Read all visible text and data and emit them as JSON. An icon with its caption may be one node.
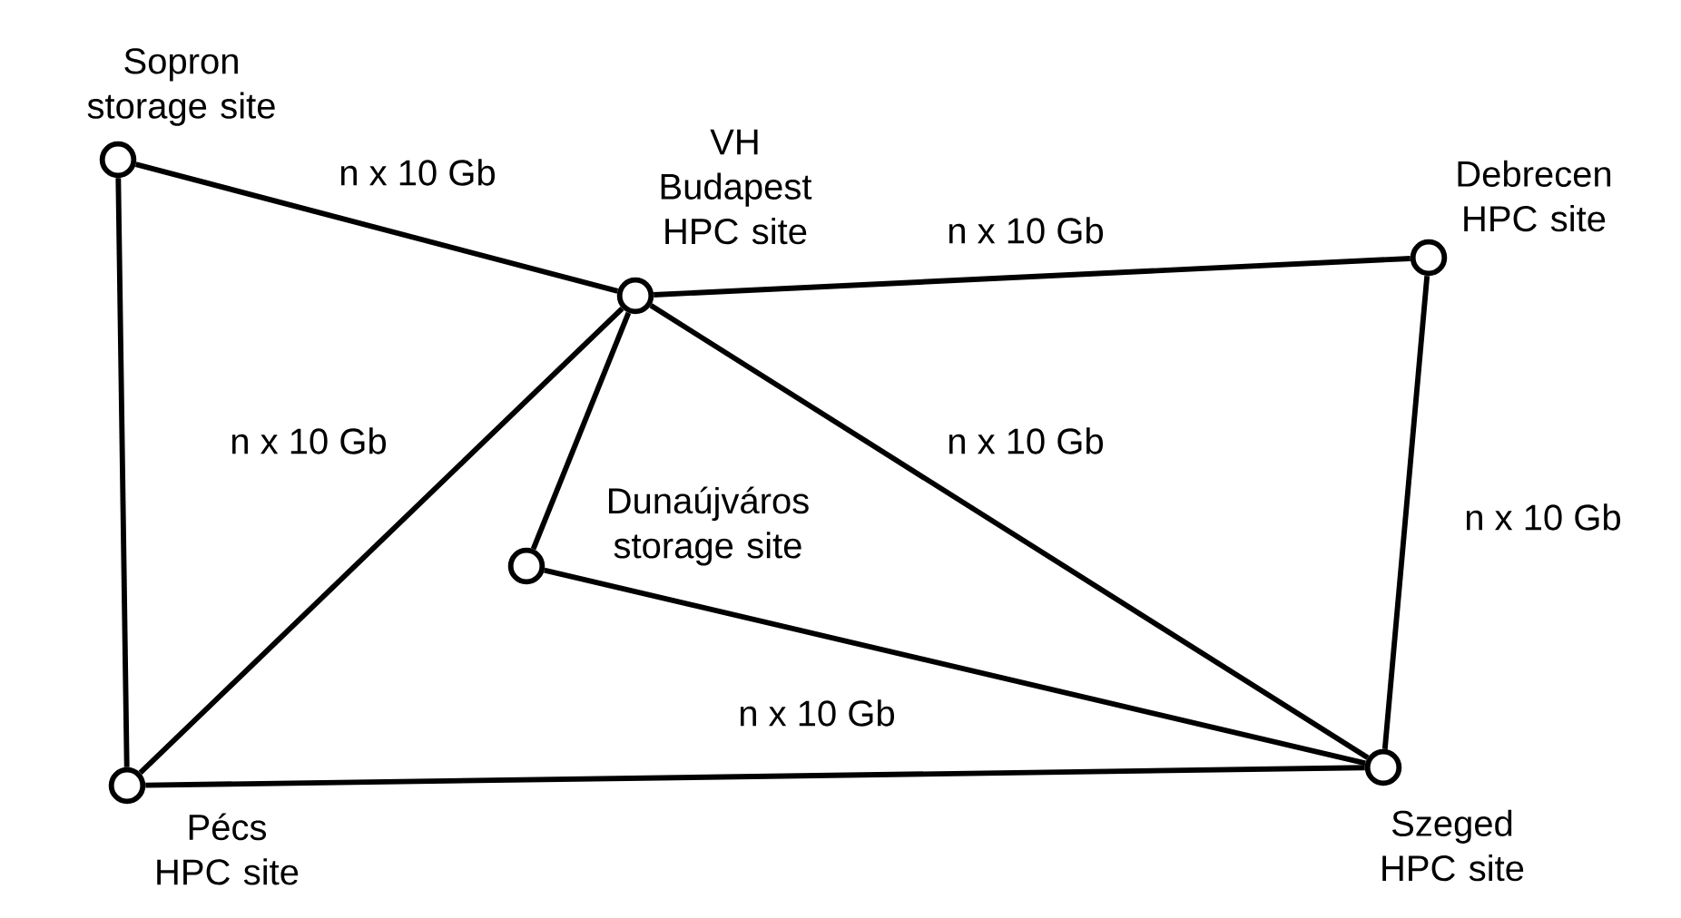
{
  "diagram": {
    "nodes": [
      {
        "text": [],
        "shape": "circle",
        "beside": [
          "Sopron storage site"
        ]
      },
      {
        "text": [],
        "shape": "circle",
        "beside": [
          "VH Budapest HPC site"
        ]
      },
      {
        "text": [],
        "shape": "circle",
        "beside": [
          "Debrecen HPC site"
        ]
      },
      {
        "text": [],
        "shape": "circle",
        "beside": [
          "Dunaújváros storage site"
        ]
      },
      {
        "text": [],
        "shape": "circle",
        "beside": [
          "Pécs HPC site"
        ]
      },
      {
        "text": [],
        "shape": "circle",
        "beside": [
          "Szeged HPC site"
        ]
      }
    ],
    "edges": [
      {
        "from": 0,
        "to": 1,
        "arrow": "none",
        "label": "n x 10 Gb"
      },
      {
        "from": 1,
        "to": 2,
        "arrow": "none",
        "label": "n x 10 Gb"
      },
      {
        "from": 0,
        "to": 4,
        "arrow": "none",
        "label": "n x 10 Gb"
      },
      {
        "from": 1,
        "to": 4,
        "arrow": "none"
      },
      {
        "from": 1,
        "to": 3,
        "arrow": "none"
      },
      {
        "from": 1,
        "to": 5,
        "arrow": "none",
        "label": "n x 10 Gb"
      },
      {
        "from": 2,
        "to": 5,
        "arrow": "none",
        "label": "n x 10 Gb"
      },
      {
        "from": 3,
        "to": 5,
        "arrow": "none"
      },
      {
        "from": 4,
        "to": 5,
        "arrow": "none",
        "label": "n x 10 Gb"
      }
    ]
  }
}
